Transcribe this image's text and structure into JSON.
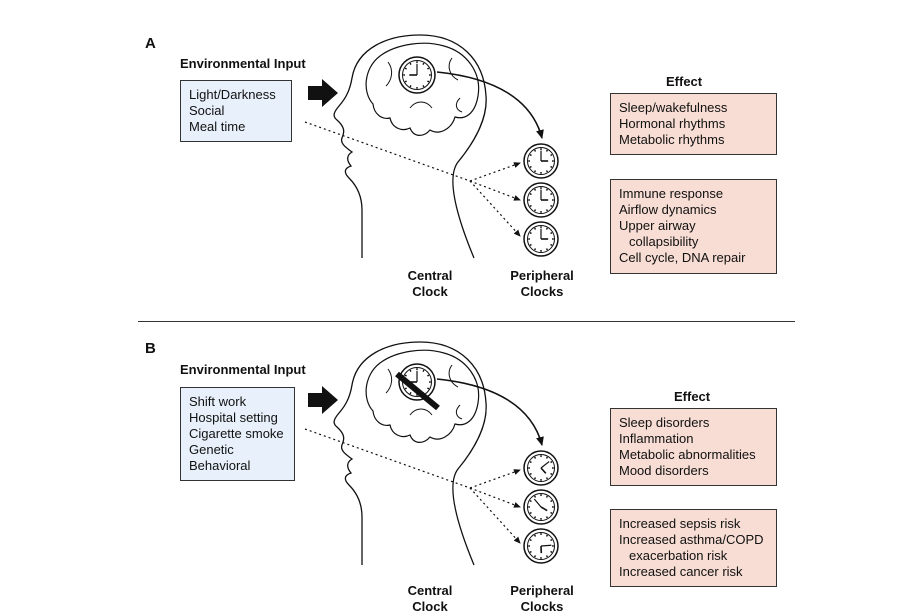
{
  "panels": [
    {
      "letter": "A",
      "env_title": "Environmental Input",
      "inputs": [
        "Light/Darkness",
        "Social",
        "Meal time"
      ],
      "effect_title": "Effect",
      "central_effects": [
        "Sleep/wakefulness",
        "Hormonal rhythms",
        "Metabolic rhythms"
      ],
      "peripheral_effects": [
        "Immune response",
        "Airflow dynamics",
        "Upper airway",
        "collapsibility",
        "Cell cycle, DNA repair"
      ],
      "central_label": [
        "Central",
        "Clock"
      ],
      "peripheral_label": [
        "Peripheral",
        "Clocks"
      ],
      "central_clock_disrupted": false
    },
    {
      "letter": "B",
      "env_title": "Environmental Input",
      "inputs": [
        "Shift work",
        "Hospital setting",
        "Cigarette smoke",
        "Genetic",
        "Behavioral"
      ],
      "effect_title": "Effect",
      "central_effects": [
        "Sleep disorders",
        "Inflammation",
        "Metabolic abnormalities",
        "Mood disorders"
      ],
      "peripheral_effects": [
        "Increased sepsis risk",
        "Increased asthma/COPD",
        "exacerbation risk",
        "Increased cancer risk"
      ],
      "central_label": [
        "Central",
        "Clock"
      ],
      "peripheral_label": [
        "Peripheral",
        "Clocks"
      ],
      "central_clock_disrupted": true
    }
  ],
  "colors": {
    "input_box": "#e8f1fb",
    "effect_box": "#f7ddd4",
    "stroke": "#111111"
  }
}
